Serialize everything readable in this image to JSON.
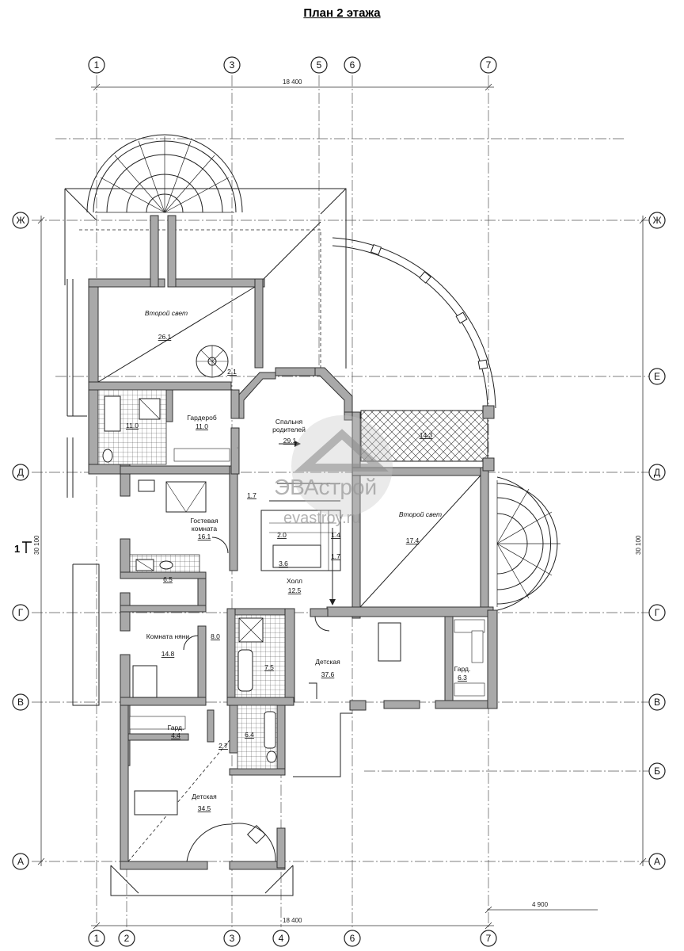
{
  "title": "План 2 этажа",
  "axes": {
    "columns_top": [
      "1",
      "3",
      "5",
      "6",
      "7"
    ],
    "columns_bottom": [
      "1",
      "2",
      "3",
      "4",
      "6",
      "7"
    ],
    "rows_left": [
      "Ж",
      "Д",
      "Г",
      "В",
      "А"
    ],
    "rows_right": [
      "Ж",
      "Е",
      "Д",
      "Г",
      "В",
      "Б",
      "А"
    ]
  },
  "dimensions": {
    "top": "18 400",
    "bottom": "18 400",
    "left": "30 100",
    "right": "30 100",
    "bottom_right": "4 900"
  },
  "section_mark": "1",
  "rooms": [
    {
      "name": "Второй свет",
      "area": "26.1"
    },
    {
      "name": "",
      "area": "2.1"
    },
    {
      "name": "",
      "area": "11.0"
    },
    {
      "name": "Гардероб",
      "area": "11.0"
    },
    {
      "name": "Спальня родителей",
      "area": "29.1"
    },
    {
      "name": "",
      "area": "14.3"
    },
    {
      "name": "Гостевая комната",
      "area": "16.1"
    },
    {
      "name": "",
      "area": "1.7"
    },
    {
      "name": "",
      "area": "2.0"
    },
    {
      "name": "",
      "area": "1.4"
    },
    {
      "name": "",
      "area": "1.7"
    },
    {
      "name": "",
      "area": "3.6"
    },
    {
      "name": "Второй свет",
      "area": "17.4"
    },
    {
      "name": "",
      "area": "6.5"
    },
    {
      "name": "Холл",
      "area": "12.5"
    },
    {
      "name": "Комната няни",
      "area": "14.8"
    },
    {
      "name": "",
      "area": "8.0"
    },
    {
      "name": "",
      "area": "7.5"
    },
    {
      "name": "Детская",
      "area": "37.6"
    },
    {
      "name": "Гард.",
      "area": "6.3"
    },
    {
      "name": "Гард.",
      "area": "4.4"
    },
    {
      "name": "",
      "area": "2.7"
    },
    {
      "name": "",
      "area": "6.4"
    },
    {
      "name": "Детская",
      "area": "34.5"
    }
  ],
  "watermark": {
    "brand": "ЭВАстрой",
    "site": "evastroy.ru"
  }
}
